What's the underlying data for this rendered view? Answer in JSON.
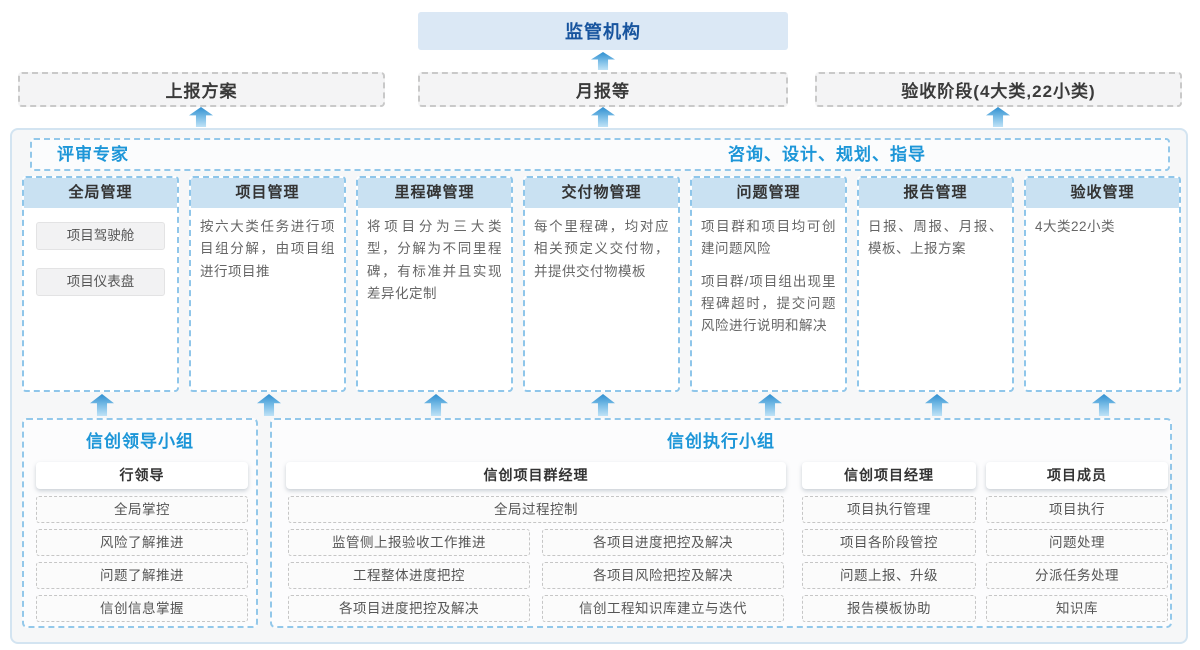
{
  "colors": {
    "accent_blue": "#1d96d8",
    "dark_blue": "#17549e",
    "column_header_fill": "#c9e1f2",
    "arrow_blue": "#2f8fd0",
    "container_border": "#d3e4f1"
  },
  "top": {
    "regulator": "监管机构",
    "reports": [
      "上报方案",
      "月报等",
      "验收阶段(4大类,22小类)"
    ]
  },
  "band": {
    "left_label": "评审专家",
    "right_label": "咨询、设计、规划、指导"
  },
  "columns": [
    {
      "title": "全局管理",
      "items": [
        "项目驾驶舱",
        "项目仪表盘"
      ]
    },
    {
      "title": "项目管理",
      "paras": [
        "按六大类任务进行项目组分解，由项目组进行项目推"
      ]
    },
    {
      "title": "里程碑管理",
      "paras": [
        "将项目分为三大类型，分解为不同里程碑，有标准并且实现差异化定制"
      ]
    },
    {
      "title": "交付物管理",
      "paras": [
        "每个里程碑，均对应相关预定义交付物，并提供交付物模板"
      ]
    },
    {
      "title": "问题管理",
      "paras": [
        "项目群和项目均可创建问题风险",
        "项目群/项目组出现里程碑超时，提交问题风险进行说明和解决"
      ]
    },
    {
      "title": "报告管理",
      "paras": [
        "日报、周报、月报、模板、上报方案"
      ]
    },
    {
      "title": "验收管理",
      "paras": [
        "4大类22小类"
      ]
    }
  ],
  "leadership_group": {
    "title": "信创领导小组",
    "role": "行领导",
    "items": [
      "全局掌控",
      "风险了解推进",
      "问题了解推进",
      "信创信息掌握"
    ]
  },
  "execution_group": {
    "title": "信创执行小组",
    "program_manager": {
      "role": "信创项目群经理",
      "full_item": "全局过程控制",
      "left_items": [
        "监管侧上报验收工作推进",
        "工程整体进度把控",
        "各项目进度把控及解决"
      ],
      "right_items": [
        "各项目进度把控及解决",
        "各项目风险把控及解决",
        "信创工程知识库建立与迭代"
      ]
    },
    "project_manager": {
      "role": "信创项目经理",
      "items": [
        "项目执行管理",
        "项目各阶段管控",
        "问题上报、升级",
        "报告模板协助"
      ]
    },
    "member": {
      "role": "项目成员",
      "items": [
        "项目执行",
        "问题处理",
        "分派任务处理",
        "知识库"
      ]
    }
  }
}
